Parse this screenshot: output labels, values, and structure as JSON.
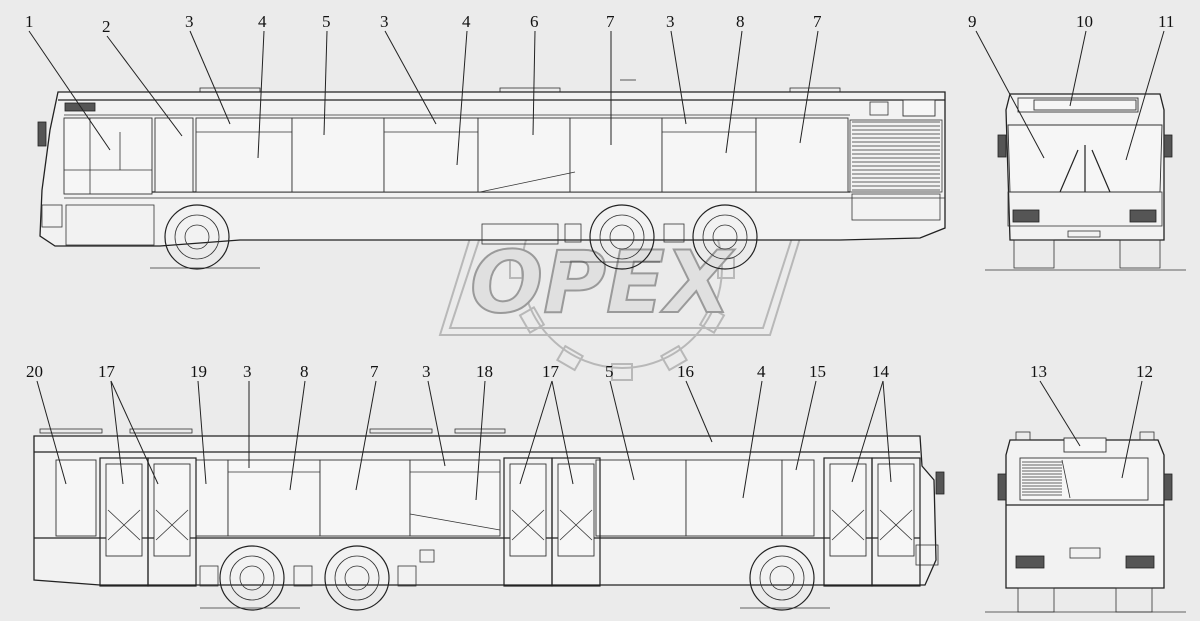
{
  "watermark": {
    "text": "OPEX"
  },
  "callouts_top": [
    "1",
    "2",
    "3",
    "4",
    "5",
    "3",
    "4",
    "6",
    "7",
    "3",
    "8",
    "7"
  ],
  "callouts_front": [
    "9",
    "10",
    "11"
  ],
  "callouts_bottom": [
    "20",
    "17",
    "19",
    "3",
    "8",
    "7",
    "3",
    "18",
    "17",
    "5",
    "16",
    "4",
    "15",
    "14"
  ],
  "callouts_rear": [
    "13",
    "12"
  ]
}
